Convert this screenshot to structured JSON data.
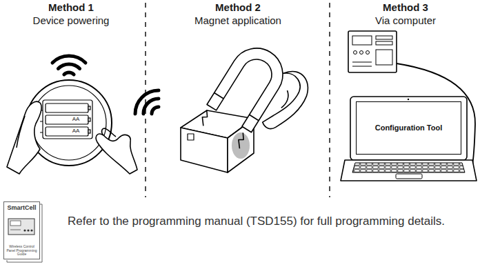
{
  "diagram": {
    "nodes": [
      {
        "text": [
          "Configuration Tool"
        ]
      },
      {
        "text": [
          "SmartCell",
          "Wireless Control Panel Programming Guide"
        ]
      }
    ],
    "labels": [
      "Method 1",
      "Device powering",
      "Method 2",
      "Magnet application",
      "Method 3",
      "Via computer",
      "AA",
      "AA",
      "Refer to the programming manual (TSD155) for full programming details."
    ]
  }
}
